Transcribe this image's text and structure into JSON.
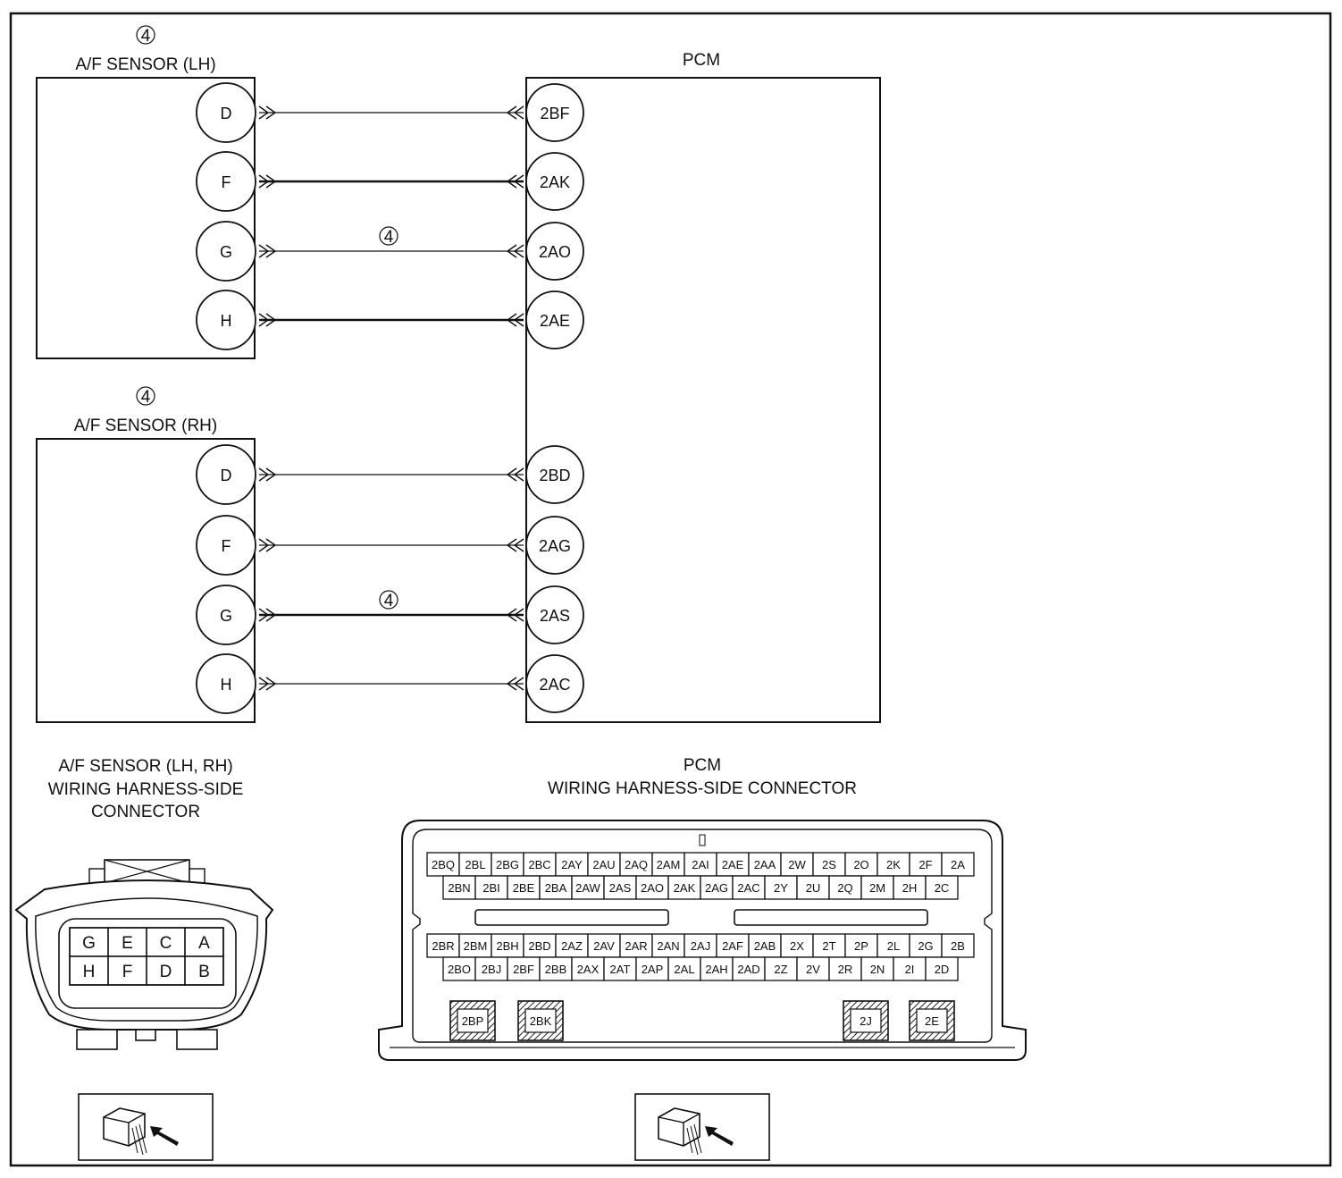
{
  "marker": "4",
  "lh_sensor": {
    "title": "A/F SENSOR (LH)",
    "pins": [
      "D",
      "F",
      "G",
      "H"
    ],
    "pcm_pins": [
      "2BF",
      "2AK",
      "2AO",
      "2AE"
    ],
    "wire_marker_index": 2
  },
  "rh_sensor": {
    "title": "A/F SENSOR (RH)",
    "pins": [
      "D",
      "F",
      "G",
      "H"
    ],
    "pcm_pins": [
      "2BD",
      "2AG",
      "2AS",
      "2AC"
    ],
    "wire_marker_index": 2
  },
  "pcm": {
    "title": "PCM"
  },
  "af_connector": {
    "title_lines": [
      "A/F SENSOR (LH, RH)",
      "WIRING HARNESS-SIDE",
      "CONNECTOR"
    ],
    "rows": [
      [
        "G",
        "E",
        "C",
        "A"
      ],
      [
        "H",
        "F",
        "D",
        "B"
      ]
    ]
  },
  "pcm_connector": {
    "title_lines": [
      "PCM",
      "WIRING HARNESS-SIDE CONNECTOR"
    ],
    "upper_row1": [
      "2BQ",
      "2BL",
      "2BG",
      "2BC",
      "2AY",
      "2AU",
      "2AQ",
      "2AM",
      "2AI",
      "2AE",
      "2AA",
      "2W",
      "2S",
      "2O",
      "2K",
      "2F",
      "2A"
    ],
    "upper_row2": [
      "2BN",
      "2BI",
      "2BE",
      "2BA",
      "2AW",
      "2AS",
      "2AO",
      "2AK",
      "2AG",
      "2AC",
      "2Y",
      "2U",
      "2Q",
      "2M",
      "2H",
      "2C"
    ],
    "lower_row1": [
      "2BR",
      "2BM",
      "2BH",
      "2BD",
      "2AZ",
      "2AV",
      "2AR",
      "2AN",
      "2AJ",
      "2AF",
      "2AB",
      "2X",
      "2T",
      "2P",
      "2L",
      "2G",
      "2B"
    ],
    "lower_row2": [
      "2BO",
      "2BJ",
      "2BF",
      "2BB",
      "2AX",
      "2AT",
      "2AP",
      "2AL",
      "2AH",
      "2AD",
      "2Z",
      "2V",
      "2R",
      "2N",
      "2I",
      "2D"
    ],
    "special": [
      "2BP",
      "2BK",
      "2J",
      "2E"
    ]
  }
}
